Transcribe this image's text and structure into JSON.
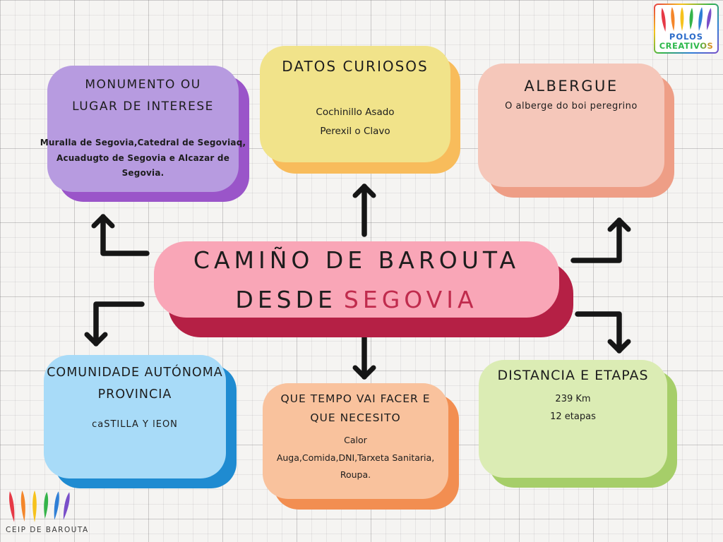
{
  "center": {
    "title_line1": "CAMIÑO DE BAROUTA",
    "title_line2_prefix": "DESDE",
    "title_line2_highlight": "SEGOVIA",
    "fill": "#f9a6b7",
    "shadow": "#b52045",
    "highlight_color": "#c02b4d"
  },
  "nodes": {
    "monumento": {
      "title_lines": [
        "MONUMENTO OU",
        "LUGAR DE INTERESE"
      ],
      "body_lines": [
        "Muralla de Segovia,Catedral de Segoviaq,",
        "Acuadugto de Segovia e Alcazar de",
        "Segovia."
      ],
      "fill": "#b79be0",
      "shadow": "#9a55c9"
    },
    "datos": {
      "title_lines": [
        "DATOS CURIOSOS"
      ],
      "body_lines": [
        "Cochinillo Asado",
        "Perexil o Clavo"
      ],
      "fill": "#f1e38a",
      "shadow": "#f8bc5b"
    },
    "albergue": {
      "title_lines": [
        "ALBERGUE"
      ],
      "body_lines": [
        "O alberge do boi peregrino"
      ],
      "fill": "#f5c7ba",
      "shadow": "#ee9e86"
    },
    "comunidade": {
      "title_lines": [
        "COMUNIDADE AUTÓNOMA",
        "PROVINCIA"
      ],
      "body_lines": [
        "caSTILLA Y lEON"
      ],
      "fill": "#a8dbf8",
      "shadow": "#1f8bd1"
    },
    "tempo": {
      "title_lines": [
        "QUE TEMPO VAI FACER E",
        "QUE NECESITO"
      ],
      "body_lines": [
        "Calor",
        "Auga,Comida,DNI,Tarxeta Sanitaria,",
        "Roupa."
      ],
      "fill": "#f9c29d",
      "shadow": "#f28e51"
    },
    "distancia": {
      "title_lines": [
        "DISTANCIA E ETAPAS"
      ],
      "body_lines": [
        "239 Km",
        "12 etapas"
      ],
      "fill": "#dbecb4",
      "shadow": "#a6ce69"
    }
  },
  "connections": [
    {
      "from": "center",
      "to": "monumento"
    },
    {
      "from": "center",
      "to": "datos"
    },
    {
      "from": "center",
      "to": "albergue"
    },
    {
      "from": "center",
      "to": "comunidade"
    },
    {
      "from": "center",
      "to": "tempo"
    },
    {
      "from": "center",
      "to": "distancia"
    }
  ],
  "logos": {
    "polos": {
      "line1": "POLOS",
      "line2": "CREATIVOS",
      "line1_color": "#2a6bc9",
      "line2_colors": [
        "#2db84b",
        "#f08c1e"
      ]
    },
    "ceip": {
      "label": "CEIP DE BAROUTA"
    },
    "brush_colors": [
      "#e63946",
      "#f4862a",
      "#f6c21c",
      "#35b44a",
      "#2f7fd6",
      "#7a4fc9"
    ]
  },
  "style": {
    "paper_color": "#f5f4f2",
    "arrow_color": "#161616",
    "text_color": "#1d1d1d"
  }
}
